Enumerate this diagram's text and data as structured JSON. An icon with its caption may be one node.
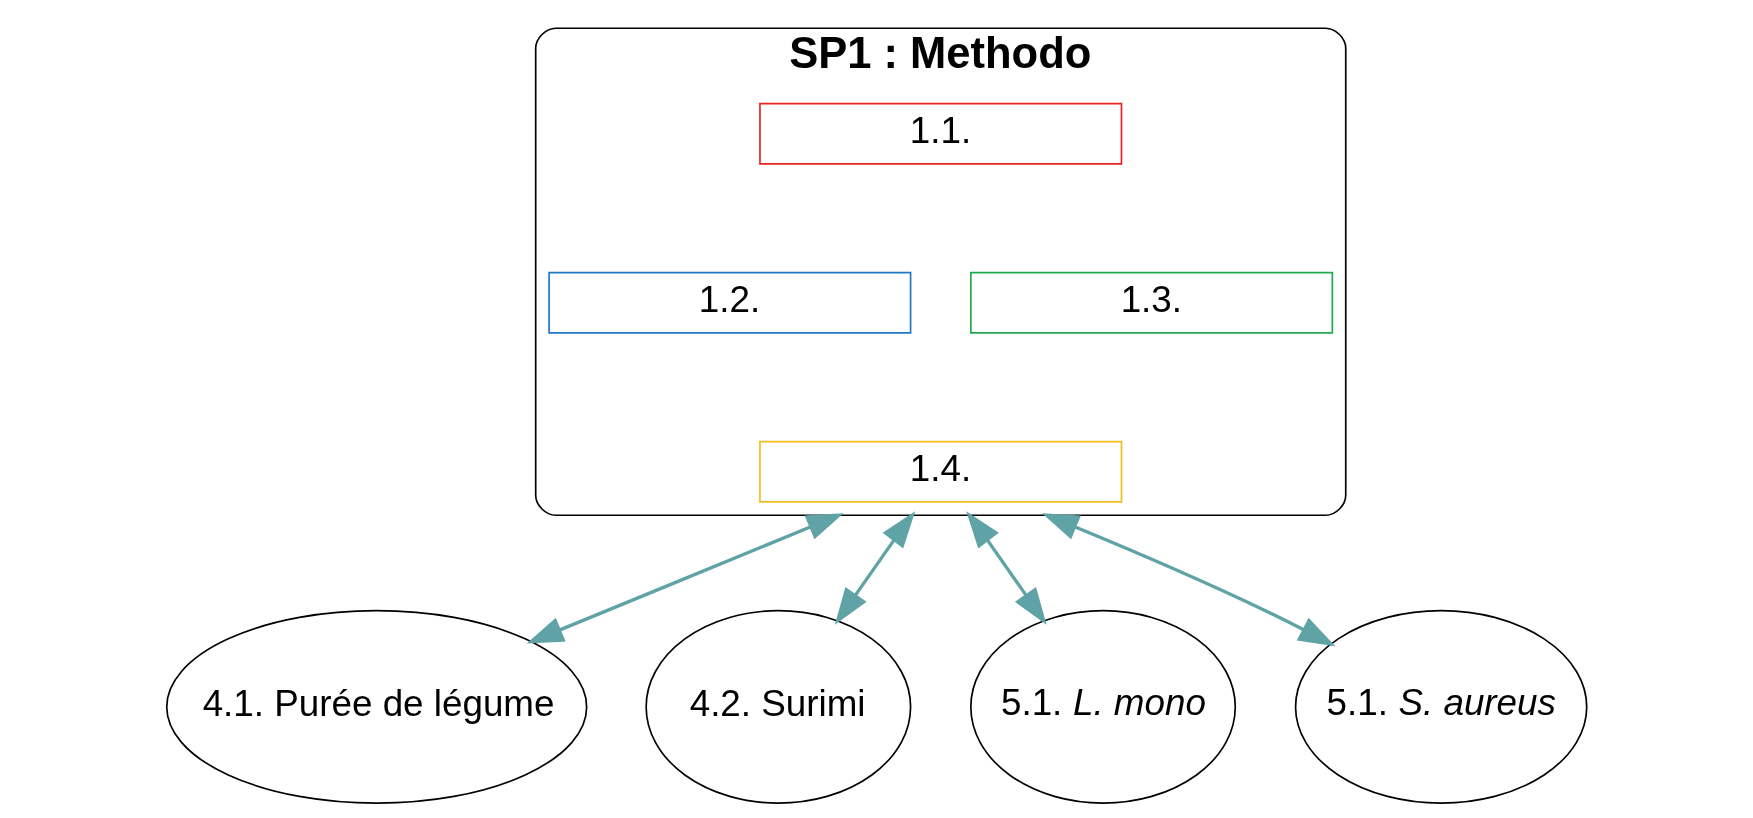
{
  "diagram": {
    "nodes": [
      {
        "text": [
          "SP1 : Methodo"
        ]
      },
      {
        "text": [
          "1.1."
        ],
        "in": 0
      },
      {
        "text": [
          "1.2."
        ],
        "in": 0
      },
      {
        "text": [
          "1.3."
        ],
        "in": 0
      },
      {
        "text": [
          "1.4."
        ],
        "in": 0
      },
      {
        "text": [
          "4.1. Purée de légume"
        ]
      },
      {
        "text": [
          "4.2. Surimi"
        ]
      },
      {
        "text": [
          "5.1. *L. mono*"
        ]
      },
      {
        "text": [
          "5.1. *S. aureus*"
        ]
      }
    ],
    "edges": [
      {
        "from": 0,
        "to": 5,
        "arrow": "both"
      },
      {
        "from": 0,
        "to": 6,
        "arrow": "both"
      },
      {
        "from": 0,
        "to": 7,
        "arrow": "both"
      },
      {
        "from": 0,
        "to": 8,
        "arrow": "both"
      }
    ]
  }
}
